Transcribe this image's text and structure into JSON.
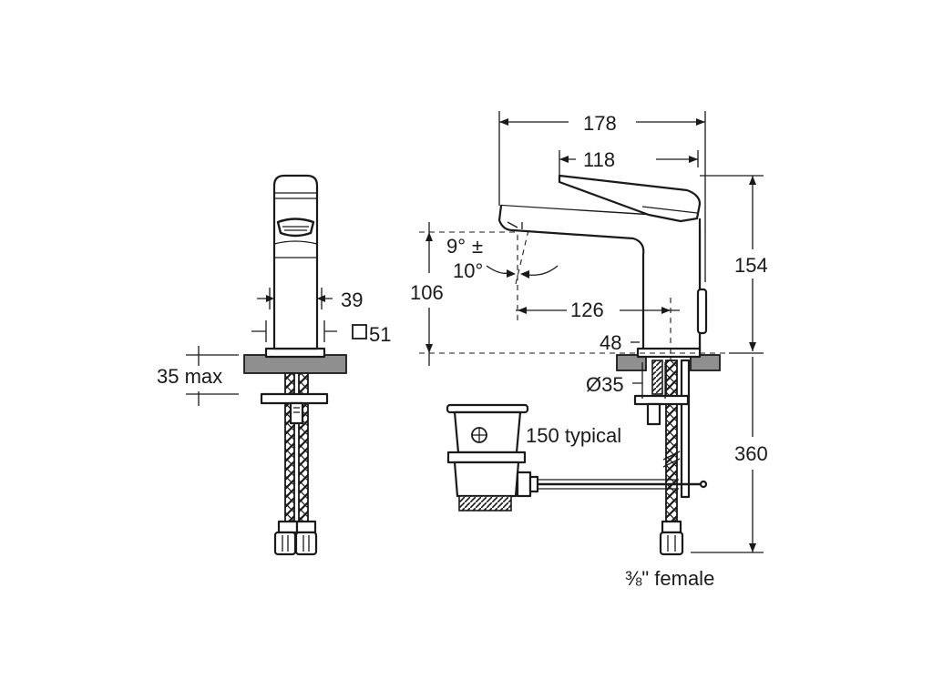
{
  "dimensions": {
    "overall_depth": "178",
    "lever_length": "118",
    "total_height": "154",
    "spout_height": "106",
    "spout_reach": "126",
    "base_height": "48",
    "body_width": "39",
    "base_square": "51",
    "deck_thickness": "35 max",
    "shank_diameter": "Ø35",
    "waste_rod": "150 typical",
    "hose_length": "360",
    "connection": "⅜\" female",
    "tilt_angle_a": "9°",
    "tilt_angle_pm": "±",
    "tilt_angle_b": "10°"
  },
  "colors": {
    "line": "#1a1a1a",
    "deck": "#8f8f8f",
    "background": "#ffffff"
  }
}
